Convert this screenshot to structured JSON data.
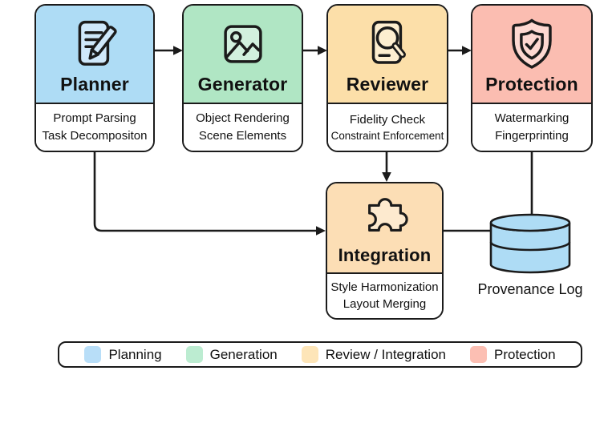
{
  "nodes": [
    {
      "id": "planner",
      "title": "Planner",
      "icon": "document-pencil-icon",
      "header_color": "#aedcf5",
      "subtitle_lines": [
        "Prompt Parsing",
        "Task Decompositon"
      ]
    },
    {
      "id": "generator",
      "title": "Generator",
      "icon": "image-icon",
      "header_color": "#b0e6c4",
      "subtitle_lines": [
        "Object Rendering",
        "Scene Elements"
      ]
    },
    {
      "id": "reviewer",
      "title": "Reviewer",
      "icon": "document-magnifier-icon",
      "header_color": "#fcdfa9",
      "subtitle_lines": [
        "Fidelity Check",
        "Constraint Enforcement"
      ]
    },
    {
      "id": "protection",
      "title": "Protection",
      "icon": "shield-check-icon",
      "header_color": "#fbbdb1",
      "subtitle_lines": [
        "Watermarking",
        "Fingerprinting"
      ]
    },
    {
      "id": "integration",
      "title": "Integration",
      "icon": "puzzle-icon",
      "header_color": "#fcdeb5",
      "subtitle_lines": [
        "Style Harmonization",
        "Layout Merging"
      ]
    }
  ],
  "datastore": {
    "label": "Provenance Log",
    "shape": "database-cylinder-icon",
    "color": "#aedcf5"
  },
  "edges": [
    {
      "from": "Planner",
      "to": "Generator",
      "arrow": true
    },
    {
      "from": "Generator",
      "to": "Reviewer",
      "arrow": true
    },
    {
      "from": "Reviewer",
      "to": "Protection",
      "arrow": true
    },
    {
      "from": "Planner",
      "to": "Integration",
      "arrow": true
    },
    {
      "from": "Reviewer",
      "to": "Integration",
      "arrow": true
    },
    {
      "from": "Protection",
      "to": "Provenance Log",
      "arrow": false
    },
    {
      "from": "Integration",
      "to": "Provenance Log",
      "arrow": false
    }
  ],
  "legend": {
    "items": [
      {
        "label": "Planning",
        "color": "#b8def8"
      },
      {
        "label": "Generation",
        "color": "#bcecd1"
      },
      {
        "label": "Review / Integration",
        "color": "#fde5b8"
      },
      {
        "label": "Protection",
        "color": "#fcbfb3"
      }
    ]
  }
}
